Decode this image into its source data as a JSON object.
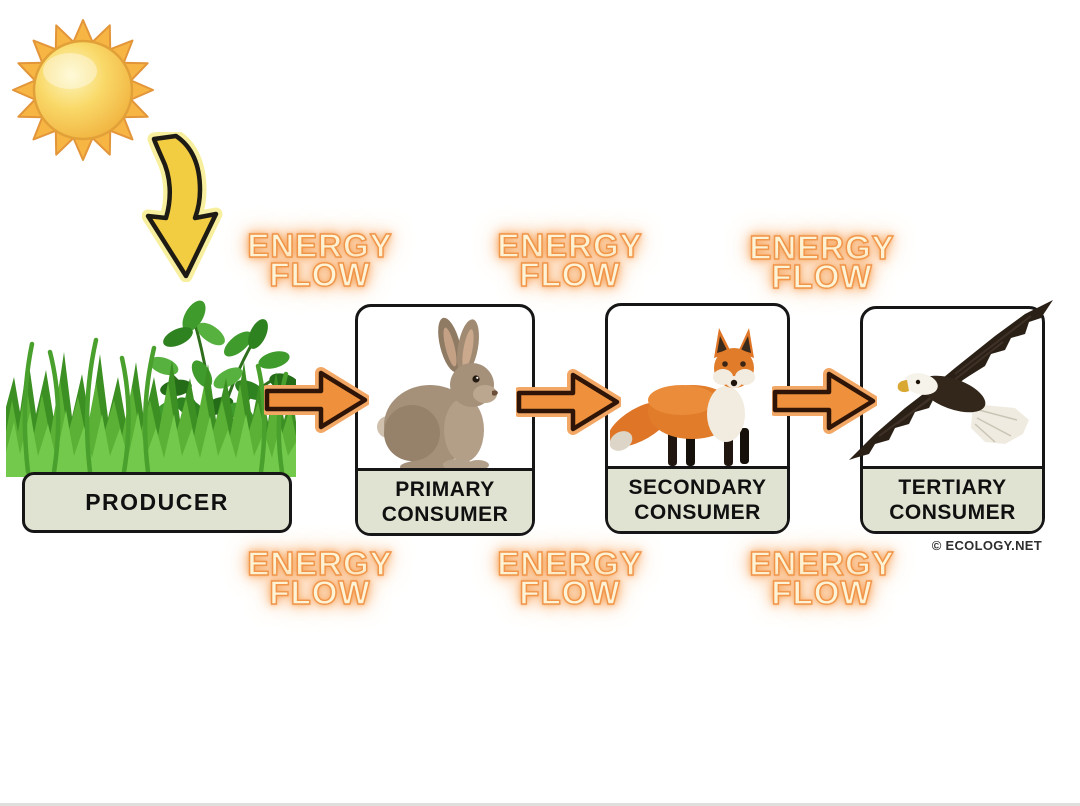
{
  "diagram": {
    "type": "food-chain-energy-flow",
    "energy_flow_label": {
      "line1": "ENERGY",
      "line2": "FLOW"
    },
    "watermark": "© ECOLOGY.NET",
    "stages": [
      {
        "id": "producer",
        "organism": "grass-and-plants",
        "label_lines": [
          "PRODUCER"
        ]
      },
      {
        "id": "primary-consumer",
        "organism": "rabbit",
        "label_lines": [
          "PRIMARY",
          "CONSUMER"
        ]
      },
      {
        "id": "secondary-consumer",
        "organism": "fox",
        "label_lines": [
          "SECONDARY",
          "CONSUMER"
        ]
      },
      {
        "id": "tertiary-consumer",
        "organism": "bald-eagle",
        "label_lines": [
          "TERTIARY",
          "CONSUMER"
        ]
      }
    ],
    "icons": [
      "sun-icon",
      "sunlight-arrow-icon",
      "flow-arrow-icon",
      "grass-icon",
      "rabbit-icon",
      "fox-icon",
      "eagle-icon"
    ],
    "colors": {
      "arrow_fill": "#ef913c",
      "arrow_outline": "#2e1507",
      "arrow_halo": "#f2a765",
      "energy_text": "#fdf3d6",
      "energy_glow": "#f7a45b",
      "label_box_bg": "#e0e2d2",
      "box_border": "#161616",
      "sun_yellow": "#f6b23f",
      "sunlight_arrow_yellow": "#f3cd41"
    }
  }
}
